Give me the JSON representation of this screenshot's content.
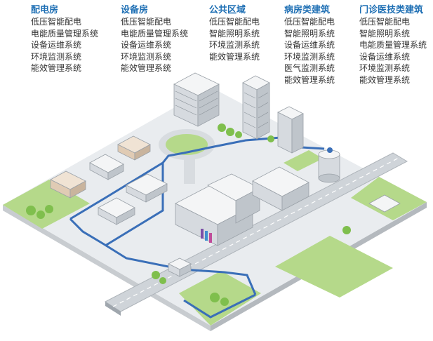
{
  "systems": [
    {
      "title": "配电房",
      "items": [
        "低压智能配电",
        "电能质量管理系统",
        "设备运维系统",
        "环境监测系统",
        "能效管理系统"
      ]
    },
    {
      "title": "设备房",
      "items": [
        "低压智能配电",
        "电能质量管理系统",
        "设备运维系统",
        "环境监测系统",
        "能效管理系统"
      ]
    },
    {
      "title": "公共区域",
      "items": [
        "低压智能配电",
        "智能照明系统",
        "环境监测系统",
        "能效管理系统"
      ]
    },
    {
      "title": "病房类建筑",
      "items": [
        "低压智能配电",
        "智能照明系统",
        "设备运维系统",
        "环境监测系统",
        "医气监测系统",
        "能效管理系统"
      ]
    },
    {
      "title": "门诊医技类建筑",
      "items": [
        "低压智能配电",
        "智能照明系统",
        "电能质量管理系统",
        "设备运维系统",
        "环境监测系统",
        "能效管理系统"
      ]
    }
  ],
  "colors": {
    "title": "#1e6fb4",
    "text": "#333333",
    "network_line": "#3a6fb8",
    "ground": "#e9ecef",
    "grass": "#b5d98a",
    "road": "#d4d8dc"
  }
}
